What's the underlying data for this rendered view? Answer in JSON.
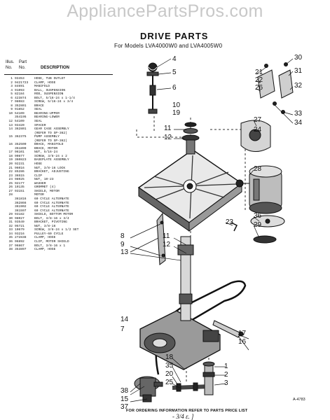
{
  "watermark": "AppliancePartsPros.com",
  "title": "DRIVE PARTS",
  "subtitle": "For Models LVA4000W0 and LVA4005W0",
  "list_header": {
    "col_illus": "Illus.",
    "col_no": "No.",
    "col_part": "Part",
    "col_partno": "No.",
    "col_desc": "DESCRIPTION"
  },
  "parts": [
    {
      "illus": "1",
      "part": "93453",
      "desc": "HOSE, TUB OUTLET"
    },
    {
      "illus": "2",
      "part": "9421723",
      "desc": "CLAMP, HOSE"
    },
    {
      "illus": "3",
      "part": "84691",
      "desc": "MANIFOLD"
    },
    {
      "illus": "4",
      "part": "91093",
      "desc": "BALL, SUSPENSION"
    },
    {
      "illus": "5",
      "part": "82184",
      "desc": "ROD, SUSPENSION"
    },
    {
      "illus": "6",
      "part": "423874",
      "desc": "BOLT, 5/16-24 x 1-1/4"
    },
    {
      "illus": "7",
      "part": "98083",
      "desc": "SCREW, 5/16-24 x 3/4"
    },
    {
      "illus": "8",
      "part": "352801",
      "desc": "BRACE"
    },
    {
      "illus": "9",
      "part": "91852",
      "desc": "SEAL"
    },
    {
      "illus": "10",
      "part": "54109",
      "desc": "BEARING-UPPER"
    },
    {
      "illus": "",
      "part": "354195",
      "desc": "BEARING-LOWER"
    },
    {
      "illus": "12",
      "part": "54109",
      "desc": "SEAL"
    },
    {
      "illus": "13",
      "part": "93420",
      "desc": "SPACER"
    },
    {
      "illus": "14",
      "part": "362801",
      "desc": "GEAR CASE ASSEMBLY"
    },
    {
      "illus": "",
      "part": "",
      "desc": "(REFER TO SP-362)"
    },
    {
      "illus": "15",
      "part": "362375",
      "desc": "PUMP ASSEMBLY"
    },
    {
      "illus": "",
      "part": "",
      "desc": "(REFER TO SP-362)"
    },
    {
      "illus": "16",
      "part": "352500",
      "desc": "BRACE, MANIFOLD"
    },
    {
      "illus": "",
      "part": "351899",
      "desc": "BRACE, MOTOR"
    },
    {
      "illus": "17",
      "part": "96101",
      "desc": "NUT, 5/16-24"
    },
    {
      "illus": "18",
      "part": "90877",
      "desc": "SCREW, 3/8-24 x 2"
    },
    {
      "illus": "19",
      "part": "360823",
      "desc": "BASEPLATE ASSEMBLY"
    },
    {
      "illus": "20",
      "part": "92231",
      "desc": "HOSE"
    },
    {
      "illus": "21",
      "part": "96016",
      "desc": "NUT, 3/8-16 LOCK"
    },
    {
      "illus": "22",
      "part": "85286",
      "desc": "BRACKET, ADJUSTING"
    },
    {
      "illus": "23",
      "part": "36515",
      "desc": "CLIP"
    },
    {
      "illus": "24",
      "part": "98025",
      "desc": "NUT, 10-23"
    },
    {
      "illus": "25",
      "part": "92177",
      "desc": "WASHER"
    },
    {
      "illus": "26",
      "part": "19135",
      "desc": "GROMMET (4)"
    },
    {
      "illus": "27",
      "part": "93151",
      "desc": "SHIELD, MOTOR"
    },
    {
      "illus": "28",
      "part": "",
      "desc": "MOTOR"
    },
    {
      "illus": "",
      "part": "361816",
      "desc": "60 CYCLE ALTERNATE"
    },
    {
      "illus": "",
      "part": "362866",
      "desc": "60 CYCLE ALTERNATE"
    },
    {
      "illus": "",
      "part": "361902",
      "desc": "60 CYCLE ALTERNATE"
    },
    {
      "illus": "",
      "part": "361597",
      "desc": "60 CYCLE ALTERNATE"
    },
    {
      "illus": "29",
      "part": "93182",
      "desc": "SHIELD, BOTTOM MOTOR"
    },
    {
      "illus": "30",
      "part": "98027",
      "desc": "BOLT, 3/8-16 x 3/4"
    },
    {
      "illus": "31",
      "part": "93549",
      "desc": "BRACKET, PIVOTING"
    },
    {
      "illus": "32",
      "part": "95721",
      "desc": "NUT, 3/8-16"
    },
    {
      "illus": "33",
      "part": "10679",
      "desc": "SCREW, 3/8-24 x 1/2 SET"
    },
    {
      "illus": "34",
      "part": "93216",
      "desc": "PULLEY-60 CYCLE"
    },
    {
      "illus": "35",
      "part": "272838",
      "desc": "CLAMP, HOSE"
    },
    {
      "illus": "36",
      "part": "96892",
      "desc": "CLIP, MOTOR SHIELD"
    },
    {
      "illus": "37",
      "part": "96867",
      "desc": "BOLT, 3/8-16 x 1"
    },
    {
      "illus": "38",
      "part": "353897",
      "desc": "CLAMP, HOSE"
    }
  ],
  "callouts": [
    {
      "label": "1",
      "side": "right"
    },
    {
      "label": "2",
      "side": "right"
    },
    {
      "label": "3",
      "side": "right"
    },
    {
      "label": "4",
      "side": "right"
    },
    {
      "label": "5",
      "side": "right"
    },
    {
      "label": "6",
      "side": "right"
    },
    {
      "label": "7",
      "side": "left"
    },
    {
      "label": "8",
      "side": "left"
    },
    {
      "label": "9",
      "side": "left"
    },
    {
      "label": "10",
      "side": "left"
    },
    {
      "label": "11",
      "side": "left"
    },
    {
      "label": "12",
      "side": "left"
    },
    {
      "label": "13",
      "side": "left"
    },
    {
      "label": "14",
      "side": "left"
    },
    {
      "label": "15",
      "side": "left"
    },
    {
      "label": "16",
      "side": "right"
    },
    {
      "label": "17",
      "side": "right"
    },
    {
      "label": "18",
      "side": "left"
    },
    {
      "label": "19",
      "side": "left"
    },
    {
      "label": "20",
      "side": "left"
    },
    {
      "label": "21",
      "side": "left"
    },
    {
      "label": "22",
      "side": "left"
    },
    {
      "label": "23",
      "side": "right"
    },
    {
      "label": "24",
      "side": "left"
    },
    {
      "label": "25",
      "side": "left"
    },
    {
      "label": "26",
      "side": "left"
    },
    {
      "label": "27",
      "side": "left"
    },
    {
      "label": "28",
      "side": "left"
    },
    {
      "label": "29",
      "side": "left"
    },
    {
      "label": "30",
      "side": "right"
    },
    {
      "label": "31",
      "side": "right"
    },
    {
      "label": "32",
      "side": "right"
    },
    {
      "label": "33",
      "side": "right"
    },
    {
      "label": "34",
      "side": "right"
    },
    {
      "label": "35",
      "side": "left"
    },
    {
      "label": "36",
      "side": "left"
    },
    {
      "label": "37",
      "side": "left"
    },
    {
      "label": "38",
      "side": "left"
    },
    {
      "label": "11",
      "side": "left"
    },
    {
      "label": "12",
      "side": "left"
    }
  ],
  "footer": "FOR ORDERING INFORMATION REFER TO PARTS PRICE LIST",
  "drawing_code": "A-4783",
  "handwritten_note": "- 3/4 ε. ]"
}
